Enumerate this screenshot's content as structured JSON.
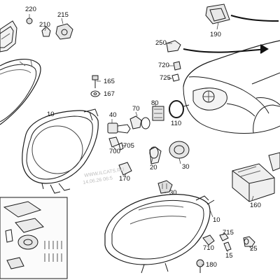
{
  "diagram": {
    "part_labels": [
      {
        "id": "p220",
        "text": "220"
      },
      {
        "id": "p215",
        "text": "215"
      },
      {
        "id": "p210",
        "text": "210"
      },
      {
        "id": "p190",
        "text": "190"
      },
      {
        "id": "p250",
        "text": "250"
      },
      {
        "id": "p720",
        "text": "720"
      },
      {
        "id": "p725",
        "text": "725"
      },
      {
        "id": "p165",
        "text": "165"
      },
      {
        "id": "p167",
        "text": "167"
      },
      {
        "id": "p10a",
        "text": "10"
      },
      {
        "id": "p40",
        "text": "40"
      },
      {
        "id": "p70",
        "text": "70"
      },
      {
        "id": "p80",
        "text": "80"
      },
      {
        "id": "p110",
        "text": "110"
      },
      {
        "id": "p700",
        "text": "700"
      },
      {
        "id": "p705",
        "text": "705"
      },
      {
        "id": "p20",
        "text": "20"
      },
      {
        "id": "p30a",
        "text": "30"
      },
      {
        "id": "p170",
        "text": "170"
      },
      {
        "id": "p30b",
        "text": "30"
      },
      {
        "id": "p160",
        "text": "160"
      },
      {
        "id": "p10b",
        "text": "10"
      },
      {
        "id": "p715",
        "text": "715"
      },
      {
        "id": "p710",
        "text": "710"
      },
      {
        "id": "p15",
        "text": "15"
      },
      {
        "id": "p25",
        "text": "25"
      },
      {
        "id": "p180",
        "text": "180"
      }
    ],
    "watermark": [
      "WWW.ILCATS.RU",
      "14.06.26 06:5"
    ]
  }
}
